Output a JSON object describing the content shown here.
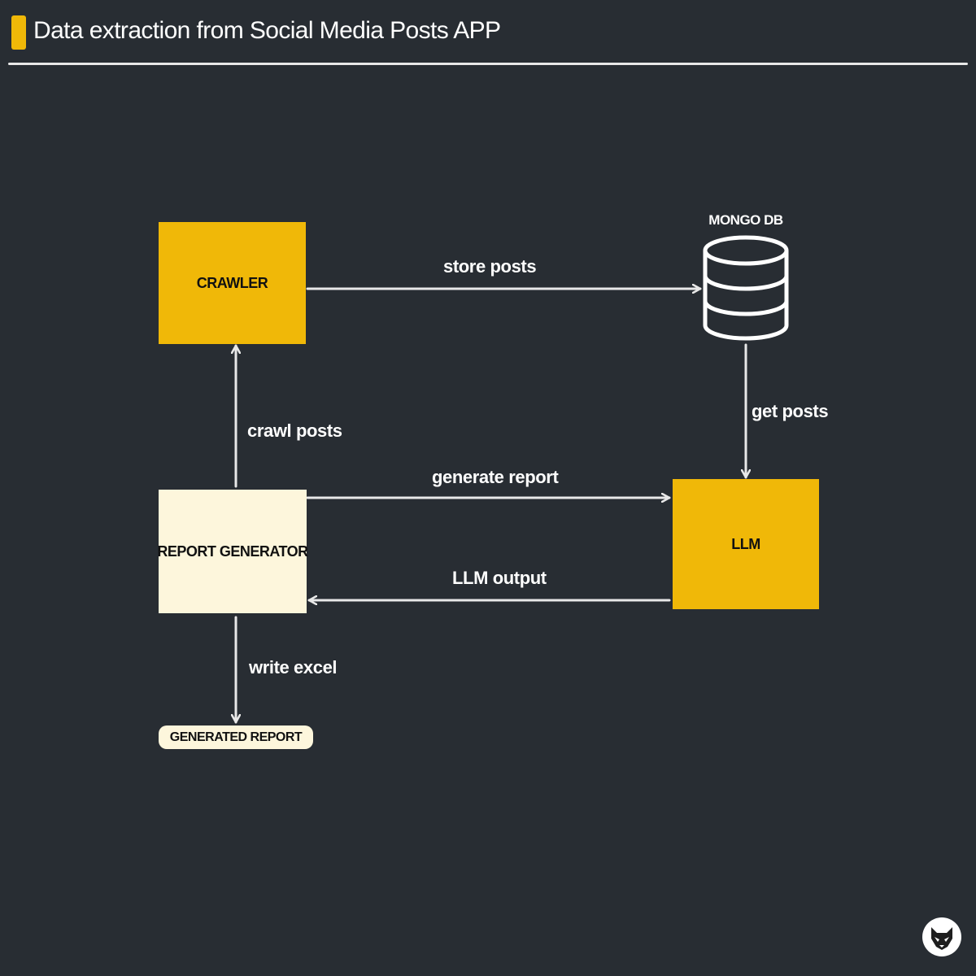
{
  "header": {
    "title": "Data extraction from Social Media Posts APP",
    "accent_color": "#f0b808"
  },
  "nodes": {
    "crawler": "CRAWLER",
    "report_generator": "REPORT GENERATOR",
    "llm": "LLM",
    "generated_report": "GENERATED REPORT",
    "database_label": "MONGO DB"
  },
  "edges": {
    "store_posts": "store posts",
    "crawl_posts": "crawl posts",
    "get_posts": "get posts",
    "generate_report": "generate report",
    "llm_output": "LLM output",
    "write_excel": "write excel"
  },
  "icons": {
    "database": "database-icon",
    "logo": "fox-logo-icon"
  },
  "colors": {
    "background": "#282d33",
    "primary_node": "#f0b808",
    "secondary_node": "#fdf6dc",
    "line": "#e8e8e8"
  }
}
